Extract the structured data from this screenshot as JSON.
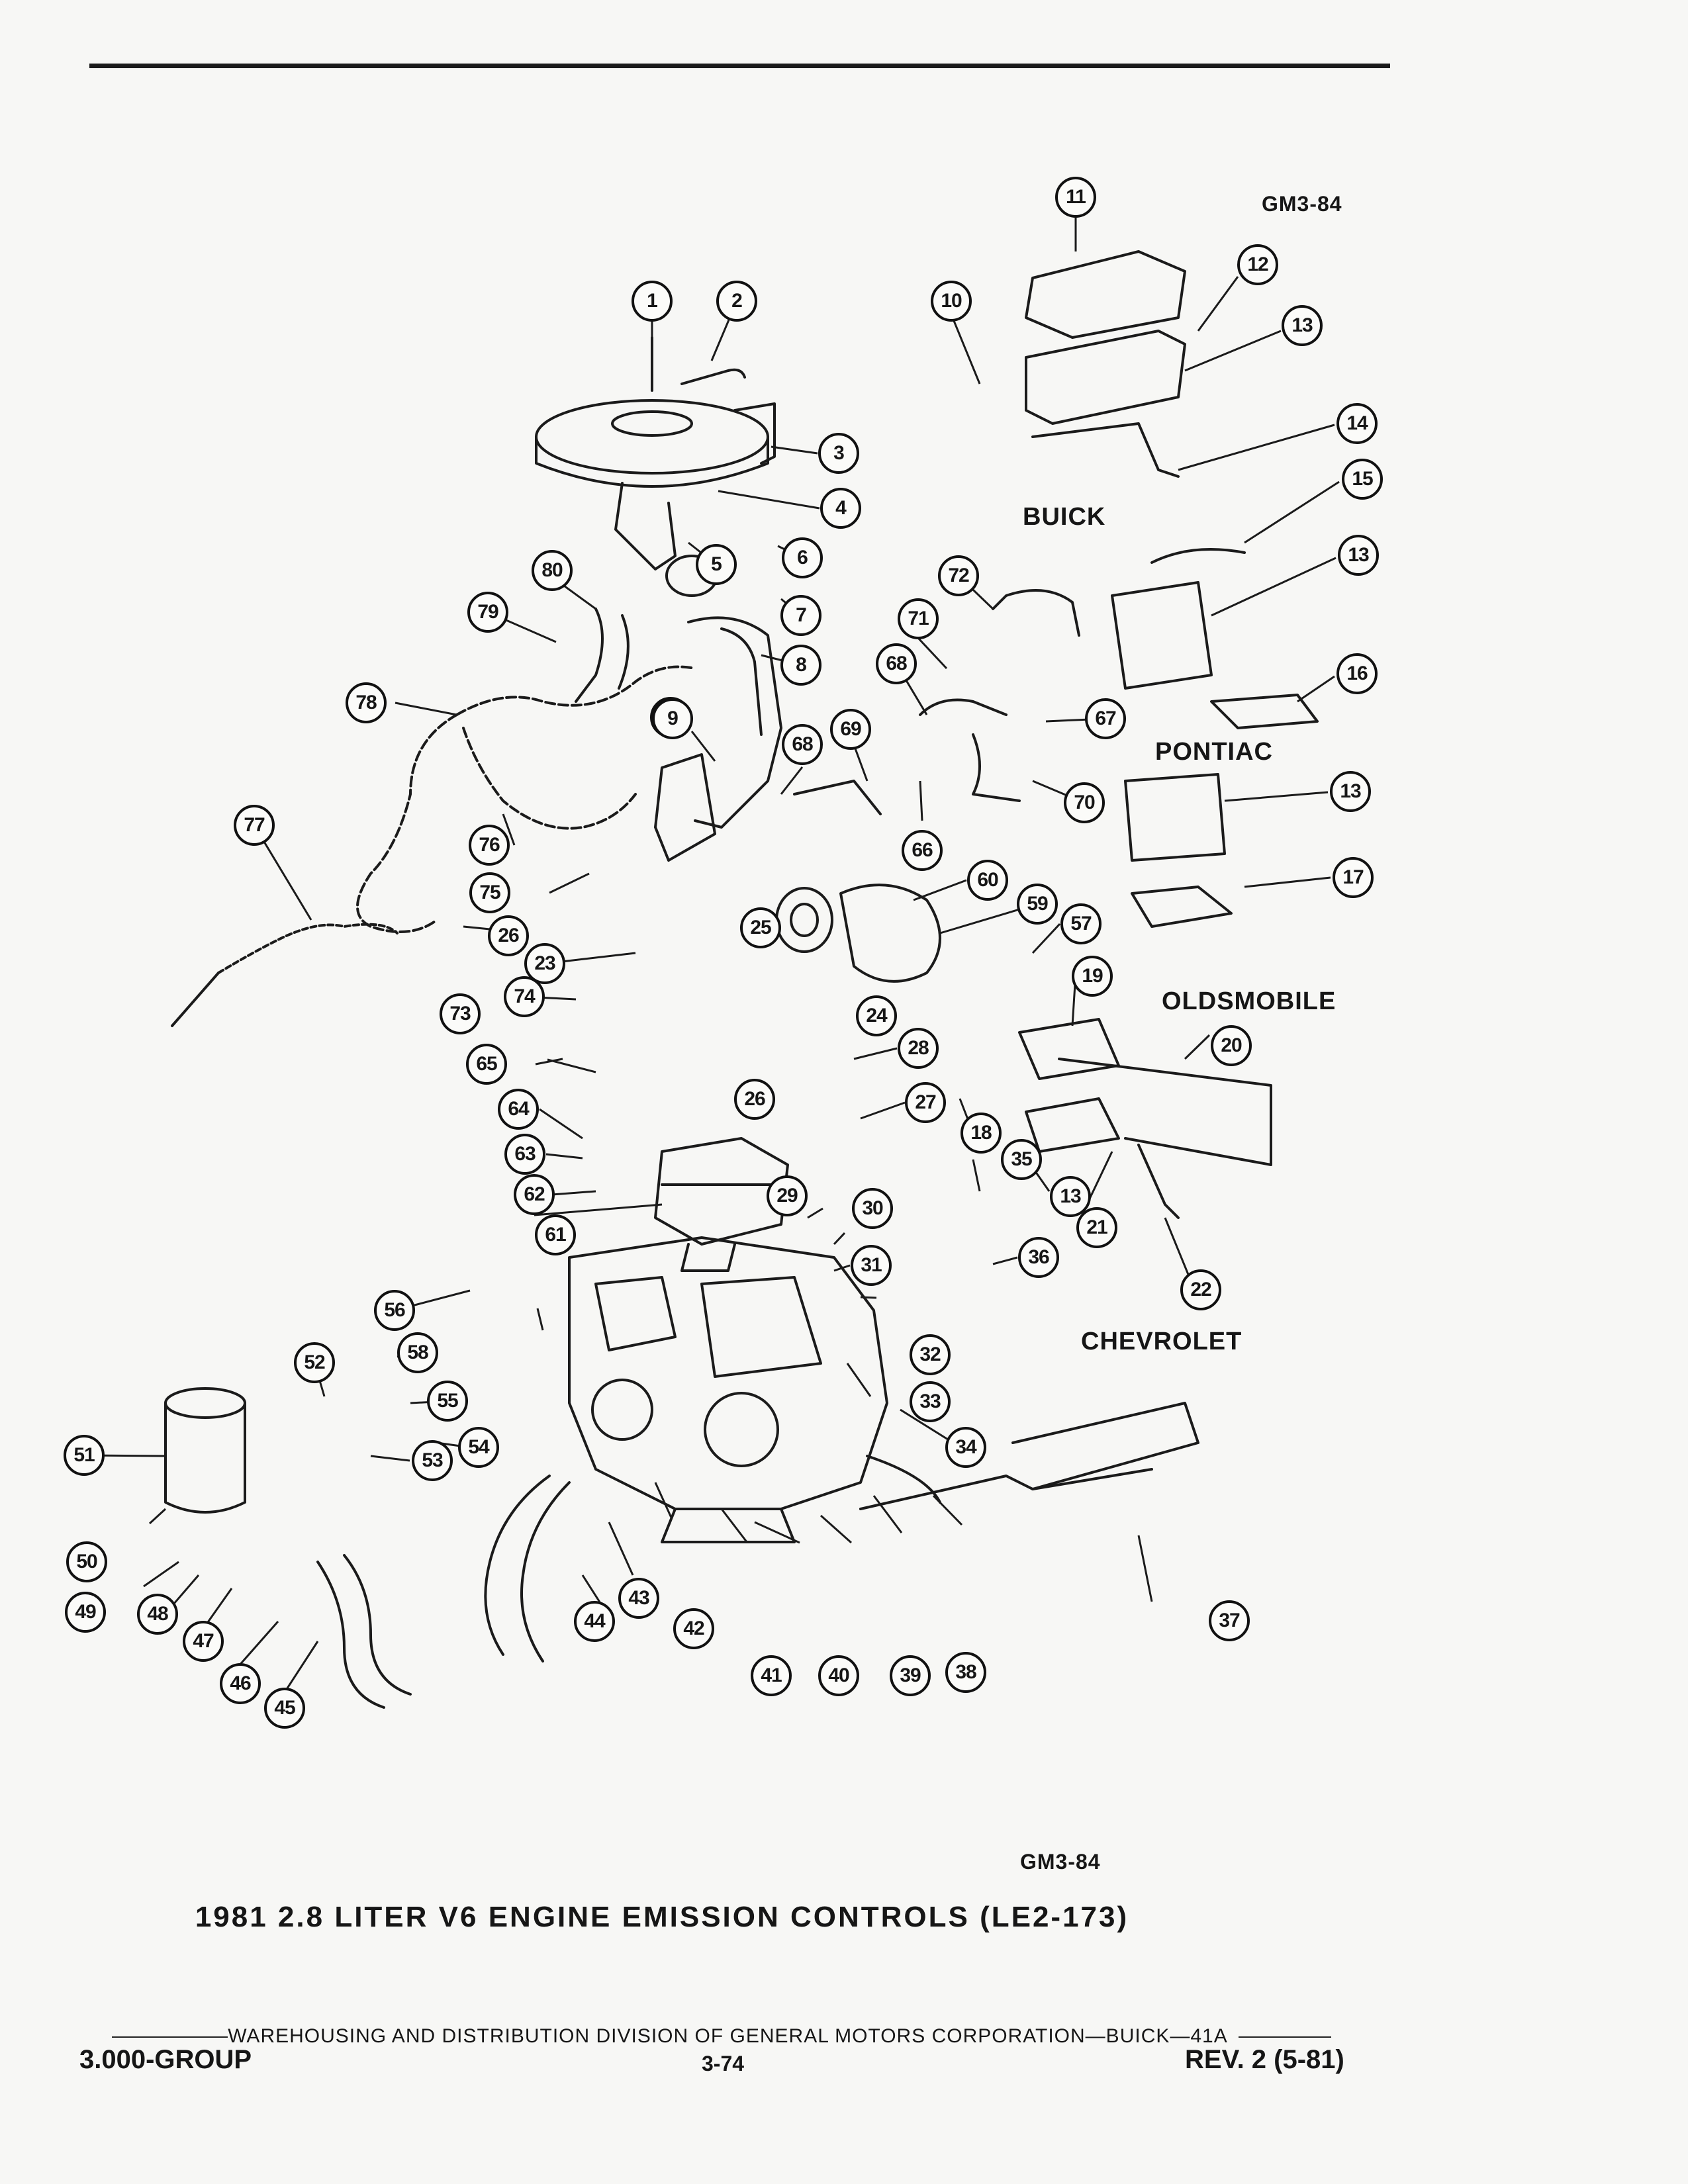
{
  "header": {
    "figure_code_top": "GM3-84"
  },
  "brands": {
    "buick": "BUICK",
    "pontiac": "PONTIAC",
    "oldsmobile": "OLDSMOBILE",
    "chevrolet": "CHEVROLET"
  },
  "figure": {
    "code_bottom": "GM3-84",
    "caption": "1981 2.8 LITER V6 ENGINE EMISSION CONTROLS (LE2-173)"
  },
  "footer": {
    "division_line": "WAREHOUSING AND DISTRIBUTION  DIVISION OF GENERAL MOTORS CORPORATION—BUICK—41A",
    "group": "3.000-GROUP",
    "page": "3-74",
    "revision": "REV. 2 (5-81)"
  },
  "callouts": [
    "1",
    "2",
    "3",
    "4",
    "5",
    "6",
    "7",
    "8",
    "9",
    "10",
    "11",
    "12",
    "13",
    "14",
    "15",
    "13",
    "16",
    "13",
    "17",
    "57",
    "19",
    "20",
    "18",
    "13",
    "21",
    "22",
    "35",
    "36",
    "28",
    "27",
    "29",
    "30",
    "31",
    "32",
    "33",
    "34",
    "37",
    "38",
    "39",
    "40",
    "41",
    "42",
    "43",
    "44",
    "45",
    "46",
    "47",
    "48",
    "49",
    "50",
    "51",
    "52",
    "53",
    "54",
    "55",
    "58",
    "56",
    "60",
    "59",
    "61",
    "62",
    "63",
    "64",
    "65",
    "73",
    "74",
    "23",
    "24",
    "25",
    "26",
    "26",
    "75",
    "76",
    "77",
    "78",
    "79",
    "80",
    "9",
    "68",
    "69",
    "66",
    "70",
    "67",
    "71",
    "72",
    "68"
  ]
}
